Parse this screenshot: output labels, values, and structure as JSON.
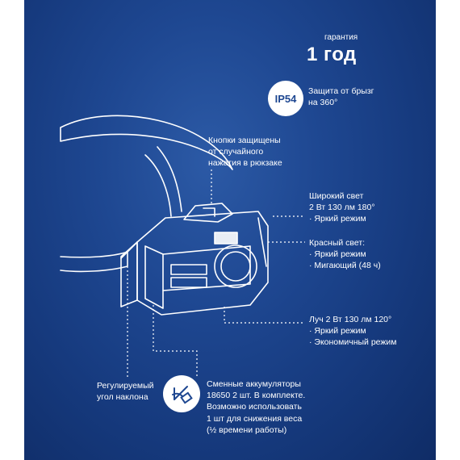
{
  "warranty": {
    "label": "гарантия",
    "value": "1 год"
  },
  "ip": {
    "badge": "IP54",
    "text": "Защита от брызг\nна 360°"
  },
  "buttons_note": "Кнопки защищены\nот случайного\nнажатия в рюкзаке",
  "wide_light": "Широкий свет\n2 Вт 130 лм 180°\n· Яркий режим",
  "red_light": "Красный свет:\n· Яркий режим\n· Мигающий (48 ч)",
  "beam_light": "Луч 2 Вт 130 лм 120°\n· Яркий режим\n· Экономичный режим",
  "tilt": "Регулируемый\nугол наклона",
  "battery": "Сменные аккумуляторы\n18650 2 шт. В комплекте.\nВозможно использовать\n1 шт для снижения веса\n(½ времени работы)",
  "icons": {
    "tilt": "tilt-angle-icon"
  },
  "colors": {
    "bg_center": "#2c5aa6",
    "bg_edge": "#0f2c66",
    "line": "#ffffff"
  }
}
